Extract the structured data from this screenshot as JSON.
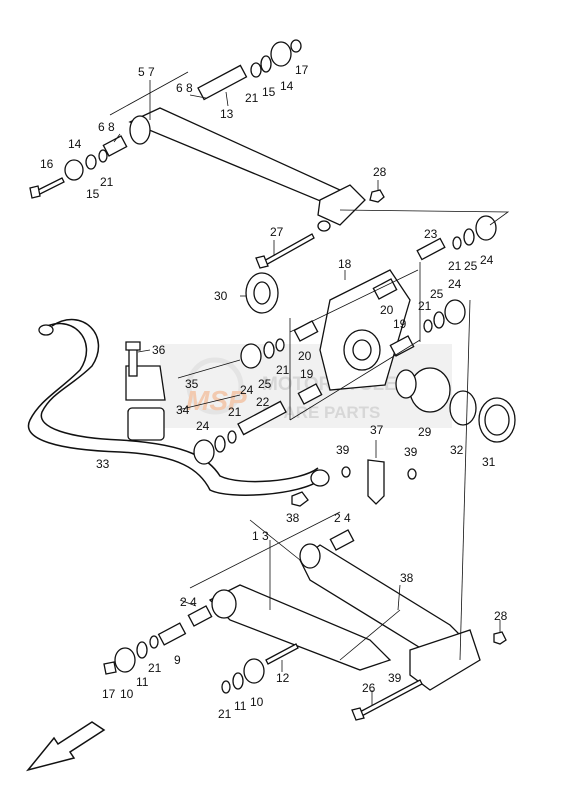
{
  "watermark": {
    "logo_text": "MSP",
    "brand_line1": "MOTORCYCLE",
    "brand_line2": "SPARE PARTS",
    "logo_color": "#e8a070",
    "text_color": "#b8b8b8"
  },
  "callouts": {
    "c57": "5 7",
    "c68a": "6 8",
    "c68b": "6 8",
    "c13": "13",
    "c21a": "21",
    "c15a": "15",
    "c14a": "14",
    "c17a": "17",
    "c16": "16",
    "c14b": "14",
    "c15b": "15",
    "c21b": "21",
    "c28a": "28",
    "c27": "27",
    "c23": "23",
    "c21c": "21",
    "c25a": "25",
    "c24a": "24",
    "c18": "18",
    "c30": "30",
    "c20a": "20",
    "c21d": "21",
    "c25b": "25",
    "c24b": "24",
    "c19a": "19",
    "c20b": "20",
    "c19b": "19",
    "c36": "36",
    "c35": "35",
    "c34": "34",
    "c25c": "25",
    "c21e": "21",
    "c24c": "24",
    "c21f": "21",
    "c22": "22",
    "c24d": "24",
    "c29": "29",
    "c32": "32",
    "c31": "31",
    "c33": "33",
    "c39a": "39",
    "c37": "37",
    "c39b": "39",
    "c38a": "38",
    "c24e": "2 4",
    "c13b": "1 3",
    "c24f": "2 4",
    "c38b": "38",
    "c9": "9",
    "c21g": "21",
    "c11a": "11",
    "c10a": "10",
    "c17b": "17",
    "c12": "12",
    "c21h": "21",
    "c11b": "11",
    "c10b": "10",
    "c28b": "28",
    "c26": "26",
    "c39c": "39"
  }
}
